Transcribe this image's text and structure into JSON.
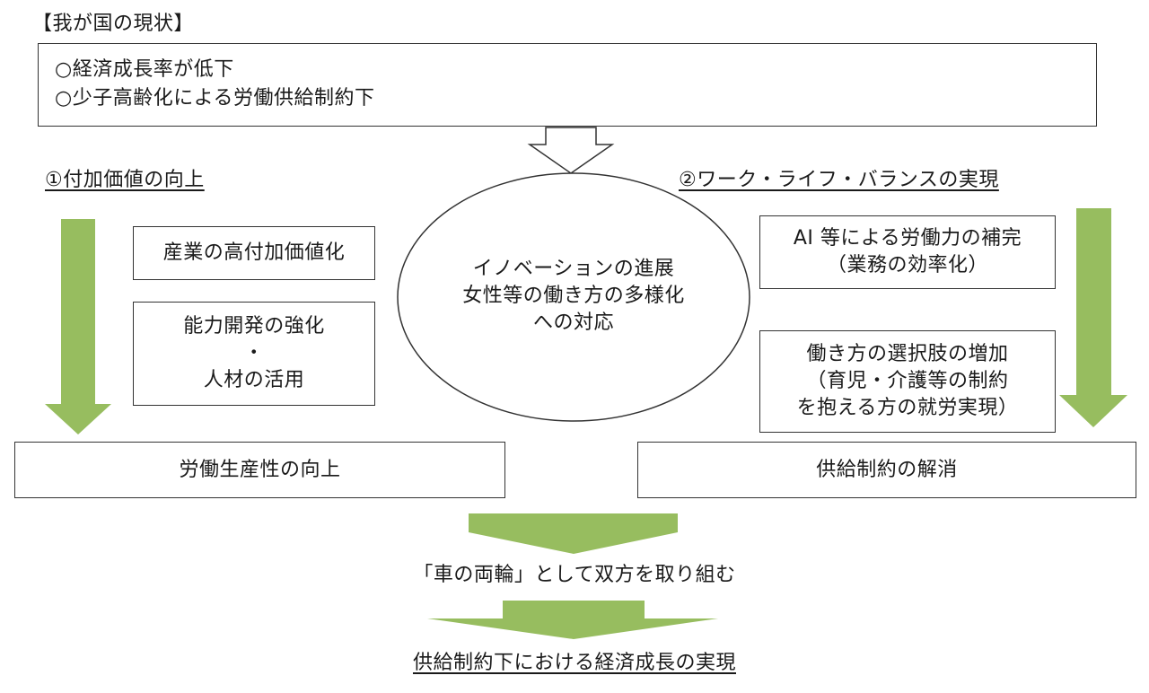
{
  "colors": {
    "arrow_green": "#97bd5f",
    "border": "#333333",
    "text": "#1a1a1a"
  },
  "header": {
    "title": "【我が国の現状】"
  },
  "situation": {
    "line1": "○経済成長率が低下",
    "line2": "○少子高齢化による労働供給制約下"
  },
  "left": {
    "heading": "①付加価値の向上",
    "box1": "産業の高付加価値化",
    "box2_line1": "能力開発の強化",
    "box2_line2": "・",
    "box2_line3": "人材の活用",
    "result": "労働生産性の向上"
  },
  "center": {
    "line1": "イノベーションの進展",
    "line2": "女性等の働き方の多様化",
    "line3": "への対応"
  },
  "right": {
    "heading": "②ワーク・ライフ・バランスの実現",
    "box1_line1": "AI 等による労働力の補完",
    "box1_line2": "（業務の効率化）",
    "box2_line1": "働き方の選択肢の増加",
    "box2_line2": "（育児・介護等の制約",
    "box2_line3": "を抱える方の就労実現）",
    "result": "供給制約の解消"
  },
  "bottom": {
    "both_wheels": "「車の両輪」として双方を取り組む",
    "goal": "供給制約下における経済成長の実現"
  }
}
